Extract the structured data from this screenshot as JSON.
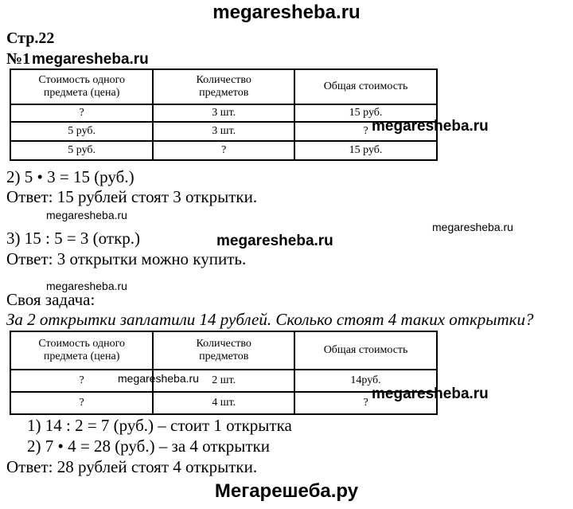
{
  "site": {
    "top_watermark": "megaresheba.ru",
    "bottom_watermark": "Мегарешеба.ру",
    "watermark": "megaresheba.ru"
  },
  "page": {
    "page_label": "Стр.22",
    "task_number": "№1"
  },
  "table1": {
    "headers": [
      "Стоимость одного предмета (цена)",
      "Количество предметов",
      "Общая стоимость"
    ],
    "rows": [
      [
        "?",
        "3 шт.",
        "15 руб."
      ],
      [
        "5 руб.",
        "3 шт.",
        "?"
      ],
      [
        "5 руб.",
        "?",
        "15 руб."
      ]
    ]
  },
  "solution": {
    "line2": "2) 5 • 3 = 15 (руб.)",
    "answer2": "Ответ: 15 рублей стоят 3 открытки.",
    "line3": "3) 15 : 5 = 3 (откр.)",
    "answer3": "Ответ: 3 открытки можно купить."
  },
  "own_task": {
    "label": "Своя задача:",
    "text": "За 2 открытки заплатили 14 рублей. Сколько стоят 4 таких открытки?"
  },
  "table2": {
    "headers": [
      "Стоимость одного предмета (цена)",
      "Количество предметов",
      "Общая стоимость"
    ],
    "rows": [
      [
        "?",
        "2 шт.",
        "14руб."
      ],
      [
        "?",
        "4 шт.",
        "?"
      ]
    ]
  },
  "own_solution": {
    "step1": "1) 14 : 2 = 7 (руб.) – стоит 1 открытка",
    "step2": "2) 7 • 4 = 28 (руб.) – за 4 открытки",
    "answer": "Ответ: 28 рублей стоят 4 открытки."
  }
}
